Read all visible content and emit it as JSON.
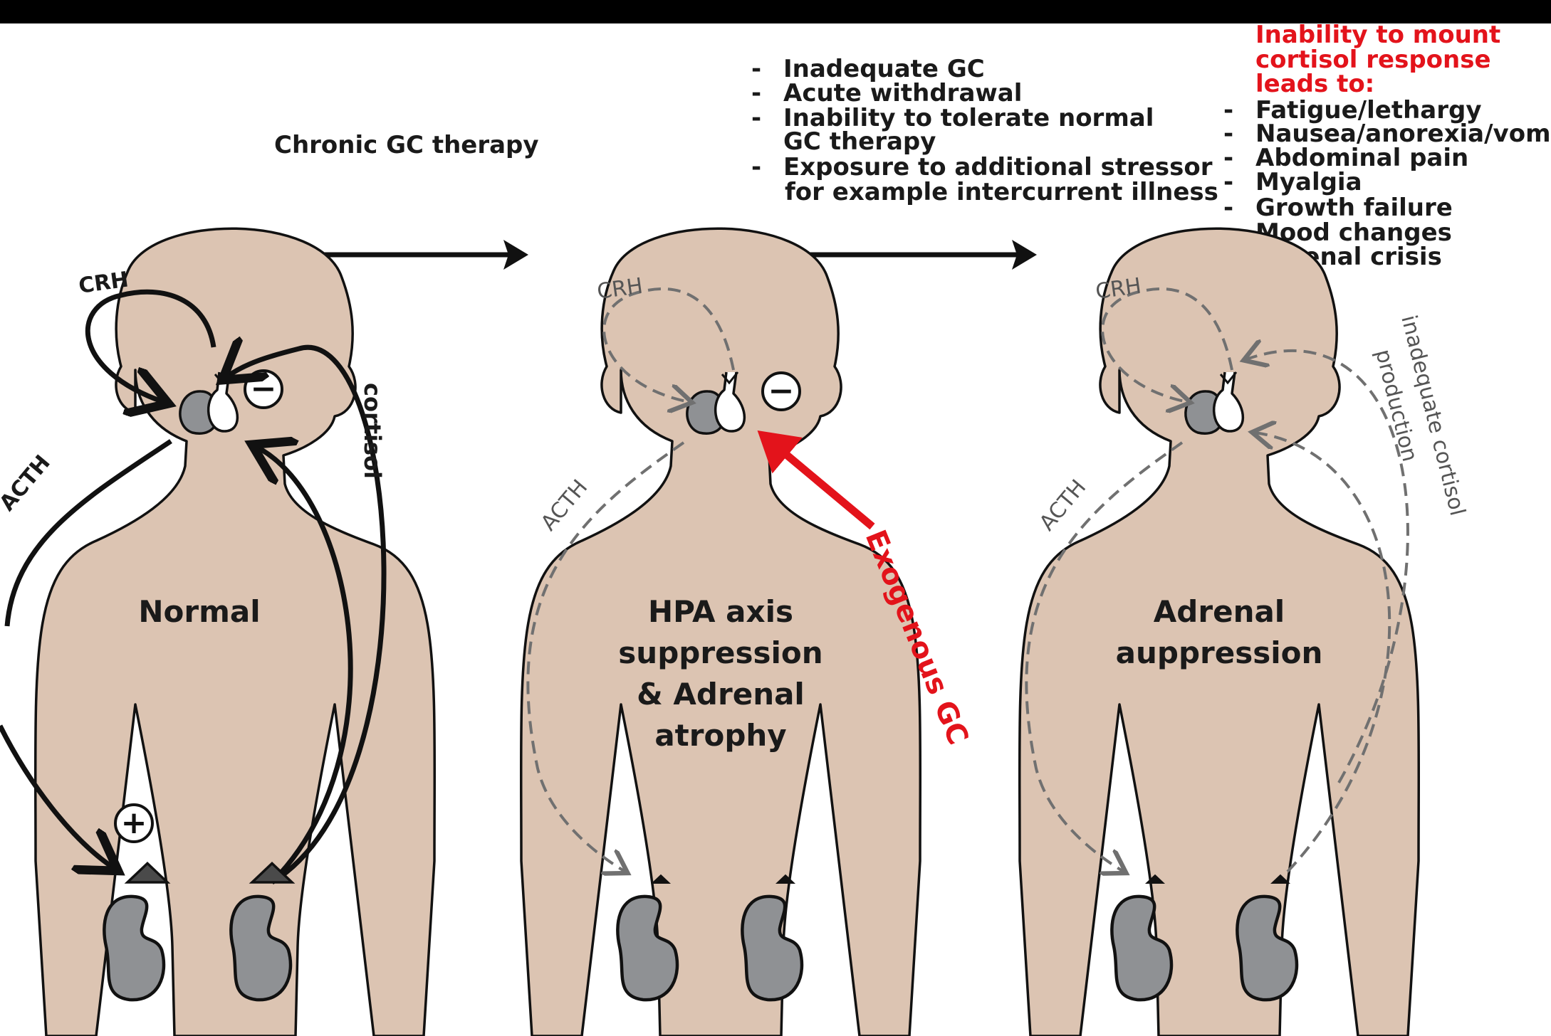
{
  "colors": {
    "background": "#ffffff",
    "frame": "#000000",
    "skin": "#dcc4b2",
    "outline": "#111111",
    "gland_gray": "#8f9194",
    "kidney_gray": "#8f9194",
    "adrenal_dark": "#4a4a4a",
    "dashed_gray": "#707070",
    "accent_red": "#e3131b"
  },
  "header": {
    "step1_label": "Chronic GC therapy",
    "step2_items": [
      "Inadequate GC",
      "Acute withdrawal",
      "Inability to tolerate normal",
      "GC therapy",
      "Exposure to additional stressor",
      "for example  intercurrent illness"
    ],
    "step3_title": [
      "Inability to mount",
      "cortisol response",
      "leads to:"
    ],
    "step3_items": [
      "Fatigue/lethargy",
      "Nausea/anorexia/vomiting",
      "Abdominal pain",
      "Myalgia",
      "Growth failure",
      "Mood changes",
      "Adrenal crisis"
    ],
    "bullet": "-"
  },
  "figures": {
    "normal": {
      "title_lines": [
        "Normal"
      ],
      "crh": "CRH",
      "acth": "ACTH",
      "cortisol": "cortisol",
      "minus": "−",
      "plus": "+"
    },
    "suppression": {
      "title_lines": [
        "HPA axis",
        "suppression",
        "& Adrenal",
        "atrophy"
      ],
      "crh": "CRH",
      "acth": "ACTH",
      "minus": "−",
      "exogenous": "Exogenous GC"
    },
    "adrenal": {
      "title_lines": [
        "Adrenal",
        "auppression"
      ],
      "crh": "CRH",
      "acth": "ACTH",
      "inadequate": [
        "inadequate cortisol",
        "production"
      ]
    }
  }
}
